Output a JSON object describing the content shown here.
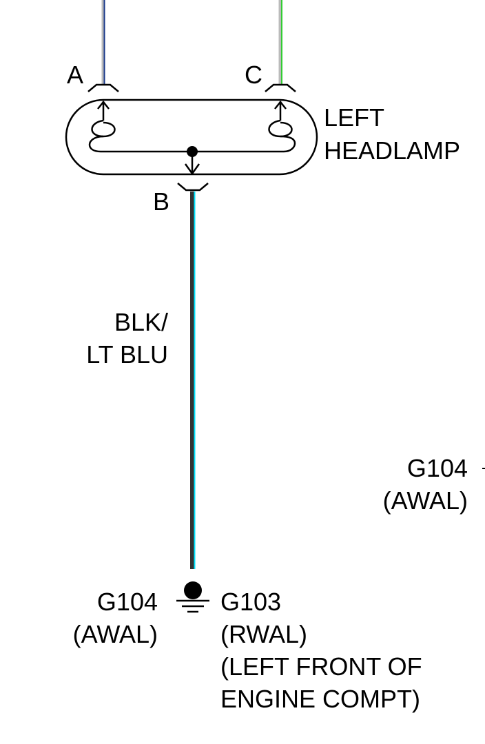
{
  "connector": {
    "pin_a": "A",
    "pin_b": "B",
    "pin_c": "C"
  },
  "component": {
    "line1": "LEFT",
    "line2": "HEADLAMP"
  },
  "wire": {
    "line1": "BLK/",
    "line2": "LT BLU",
    "colors": [
      "#333333",
      "#00e5ff"
    ]
  },
  "wire_a_colors": [
    "#1a3a8a",
    "#bbbbbb"
  ],
  "wire_c_colors": [
    "#bbbbbb",
    "#33cc33"
  ],
  "ground_left": {
    "line1": "G104",
    "line2": "(AWAL)"
  },
  "ground_right": {
    "line1": "G103",
    "line2": "(RWAL)",
    "line3": "(LEFT FRONT OF",
    "line4": "ENGINE COMPT)"
  },
  "side_ground": {
    "line1": "G104",
    "line2": "(AWAL)"
  }
}
